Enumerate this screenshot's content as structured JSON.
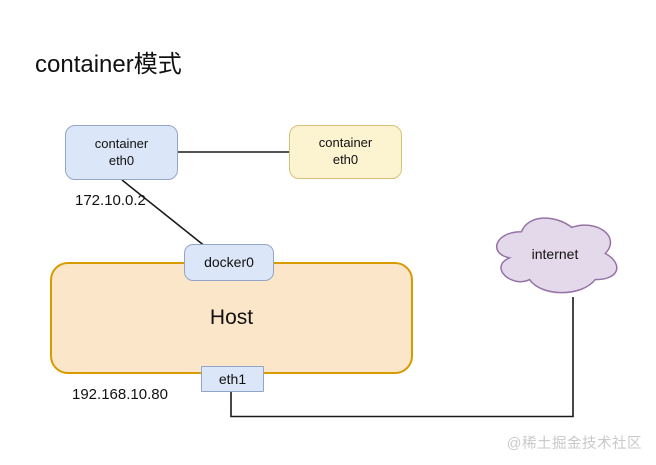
{
  "title": "container模式",
  "nodes": {
    "container_left": {
      "line1": "container",
      "line2": "eth0"
    },
    "container_right": {
      "line1": "container",
      "line2": "eth0"
    },
    "docker0": {
      "label": "docker0"
    },
    "host": {
      "label": "Host"
    },
    "eth1": {
      "label": "eth1"
    },
    "internet": {
      "label": "internet"
    }
  },
  "labels": {
    "container_eth0_ip": "172.10.0.2",
    "host_eth1_ip": "192.168.10.80"
  },
  "edges": [
    {
      "from": "container_left.eth0",
      "to": "container_right.eth0"
    },
    {
      "from": "container_left.eth0",
      "to": "docker0"
    },
    {
      "from": "eth1",
      "to": "internet"
    }
  ],
  "watermark": "@稀土掘金技术社区",
  "colors": {
    "blue_fill": "#dbe6f8",
    "blue_stroke": "#93a5c6",
    "yellow_fill": "#fcf3d0",
    "yellow_stroke": "#d9c078",
    "host_fill": "#fce6c9",
    "host_stroke": "#d79b00",
    "cloud_fill": "#e4d9ea",
    "cloud_stroke": "#9673a6",
    "line": "#1a1a1a",
    "watermark": "#c9c9c9"
  }
}
